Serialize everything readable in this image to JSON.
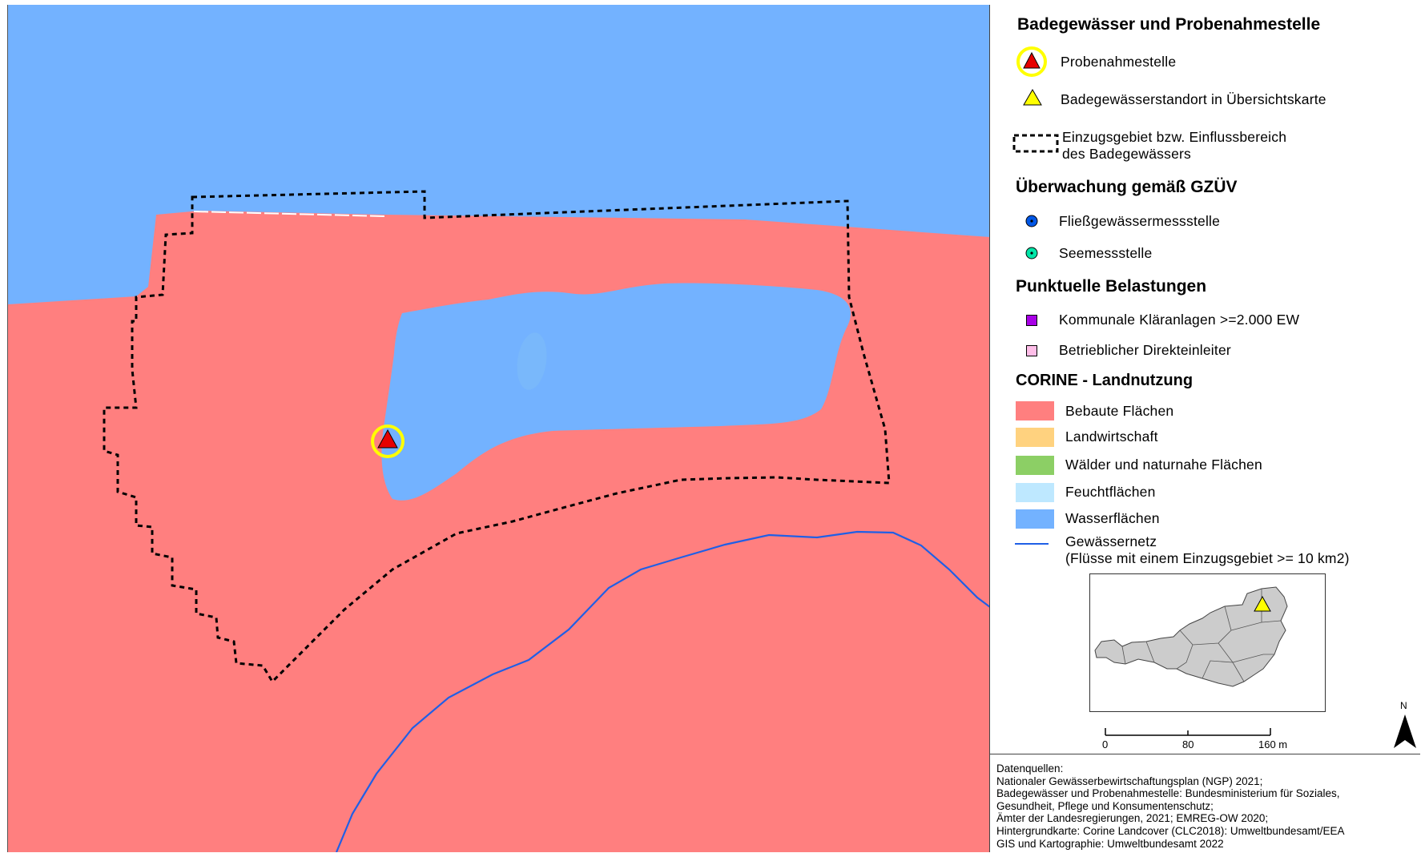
{
  "legend": {
    "heading_bathing": "Badegewässer und Probenahmestelle",
    "sampling_site": "Probenahmestelle",
    "bathing_site_overview": "Badegewässerstandort in Übersichtskarte",
    "catchment_line1": "Einzugsgebiet bzw. Einflussbereich",
    "catchment_line2": "des Badegewässers",
    "heading_monitoring": "Überwachung gemäß GZÜV",
    "river_station": "Fließgewässermessstelle",
    "lake_station": "Seemessstelle",
    "heading_point_sources": "Punktuelle Belastungen",
    "municipal_wwtp": "Kommunale Kläranlagen >=2.000 EW",
    "industrial_discharger": "Betrieblicher Direkteinleiter",
    "heading_corine": "CORINE - Landnutzung",
    "land_use": [
      {
        "label": "Bebaute Flächen",
        "color": "#ff7f7f"
      },
      {
        "label": "Landwirtschaft",
        "color": "#ffd27f"
      },
      {
        "label": "Wälder und naturnahe Flächen",
        "color": "#8ccf65"
      },
      {
        "label": "Feuchtflächen",
        "color": "#bee8ff"
      },
      {
        "label": "Wasserflächen",
        "color": "#73b2ff"
      }
    ],
    "river_network_line1": "Gewässernetz",
    "river_network_line2": "(Flüsse mit einem Einzugsgebiet >= 10 km2)"
  },
  "scalebar": {
    "labels": [
      "0",
      "80",
      "160 m"
    ]
  },
  "north_arrow": {
    "label": "N"
  },
  "sources": [
    "Datenquellen:",
    "Nationaler Gewässerbewirtschaftungsplan (NGP) 2021;",
    "Badegewässer und Probenahmestelle: Bundesministerium für Soziales,",
    "Gesundheit, Pflege und Konsumentenschutz;",
    "Ämter der Landesregierungen, 2021; EMREG-OW 2020;",
    "Hintergrundkarte: Corine Landcover (CLC2018): Umweltbundesamt/EEA",
    "GIS und Kartographie: Umweltbundesamt 2022"
  ],
  "colors": {
    "built_up": "#ff7f7f",
    "water": "#73b2ff",
    "river_line": "#1f5fe6",
    "sampling_triangle": "#e60000",
    "sampling_ring": "#ffff00",
    "overview_triangle": "#ffff00",
    "wwtp": "#a800e6",
    "industrial": "#ffbee8",
    "river_station": "#0057e6",
    "lake_station": "#00e6a9"
  },
  "icons": {
    "sampling_site": "red-triangle-in-yellow-ring-icon",
    "bathing_site": "yellow-triangle-icon",
    "catchment": "dashed-rectangle-icon",
    "river_station": "blue-dot-icon",
    "lake_station": "teal-dot-icon",
    "wwtp": "purple-square-icon",
    "industrial": "pink-square-icon",
    "river_network": "blue-line-icon",
    "north_arrow": "north-arrow-icon"
  }
}
